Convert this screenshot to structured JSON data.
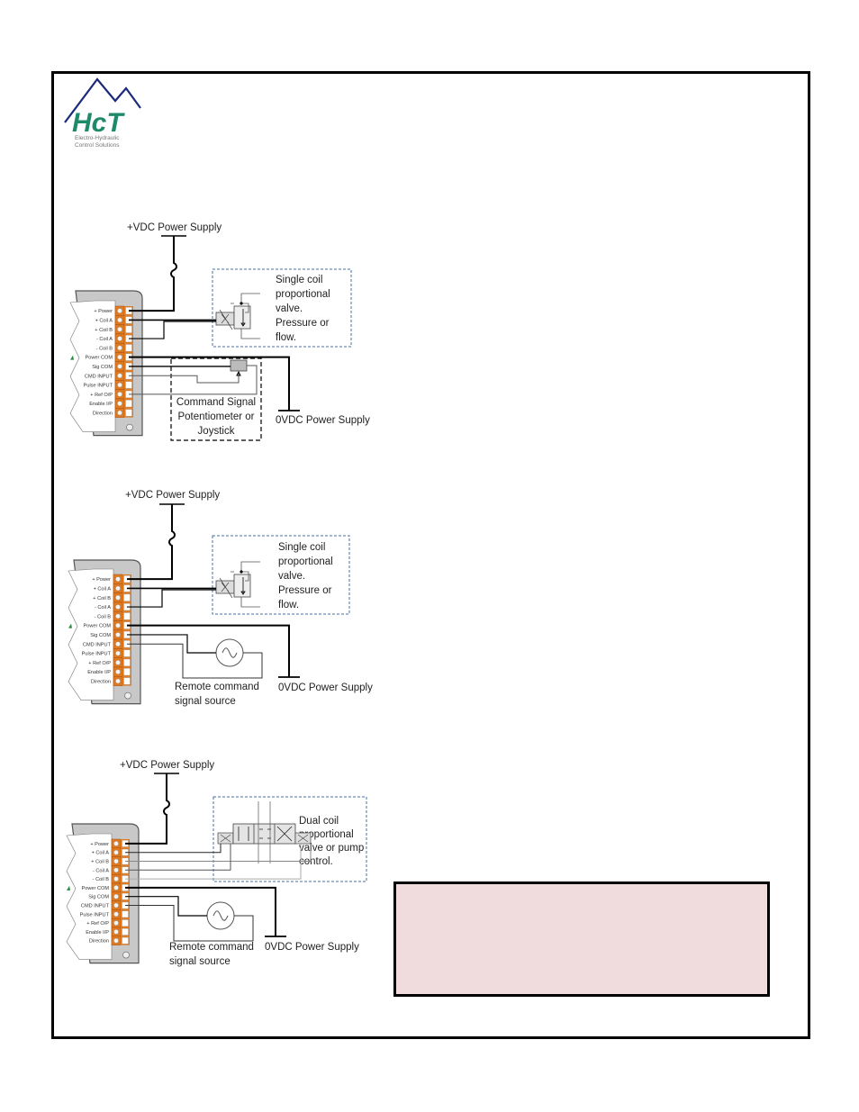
{
  "logo": {
    "brand": "HcT",
    "tagline_line1": "Electro-Hydraulic",
    "tagline_line2": "Control Solutions",
    "colors": {
      "brand_green": "#1f8a6a",
      "mountain_blue": "#1b2a7a"
    }
  },
  "terminal_labels": [
    "+ Power",
    "+ Coil A",
    "+ Coil B",
    "- Coil A",
    "- Coil B",
    "Power COM",
    "Sig COM",
    "CMD INPUT",
    "Pulse INPUT",
    "+ Ref O/P",
    "Enable I/P",
    "Direction"
  ],
  "diagrams": [
    {
      "supply_top": "+VDC Power Supply",
      "supply_bottom": "0VDC Power Supply",
      "valve_label": [
        "Single coil",
        "proportional",
        "valve.",
        "Pressure or",
        "flow."
      ],
      "source_label": [
        "Command Signal",
        "Potentiometer or",
        "Joystick"
      ]
    },
    {
      "supply_top": "+VDC Power Supply",
      "supply_bottom": "0VDC Power Supply",
      "valve_label": [
        "Single coil",
        "proportional",
        "valve.",
        "Pressure or",
        "flow."
      ],
      "source_label": [
        "Remote command",
        "signal source"
      ]
    },
    {
      "supply_top": "+VDC Power Supply",
      "supply_bottom": "0VDC Power Supply",
      "valve_label": [
        "Dual coil",
        "proportional",
        "valve or pump",
        "control."
      ],
      "source_label": [
        "Remote command",
        "signal source"
      ]
    }
  ],
  "note_box": {
    "text": "",
    "background": "#f0dcdc"
  },
  "colors": {
    "terminal_orange": "#e07a20",
    "module_grey": "#c8c8c8",
    "dashed_blue": "#4a6fa5"
  }
}
